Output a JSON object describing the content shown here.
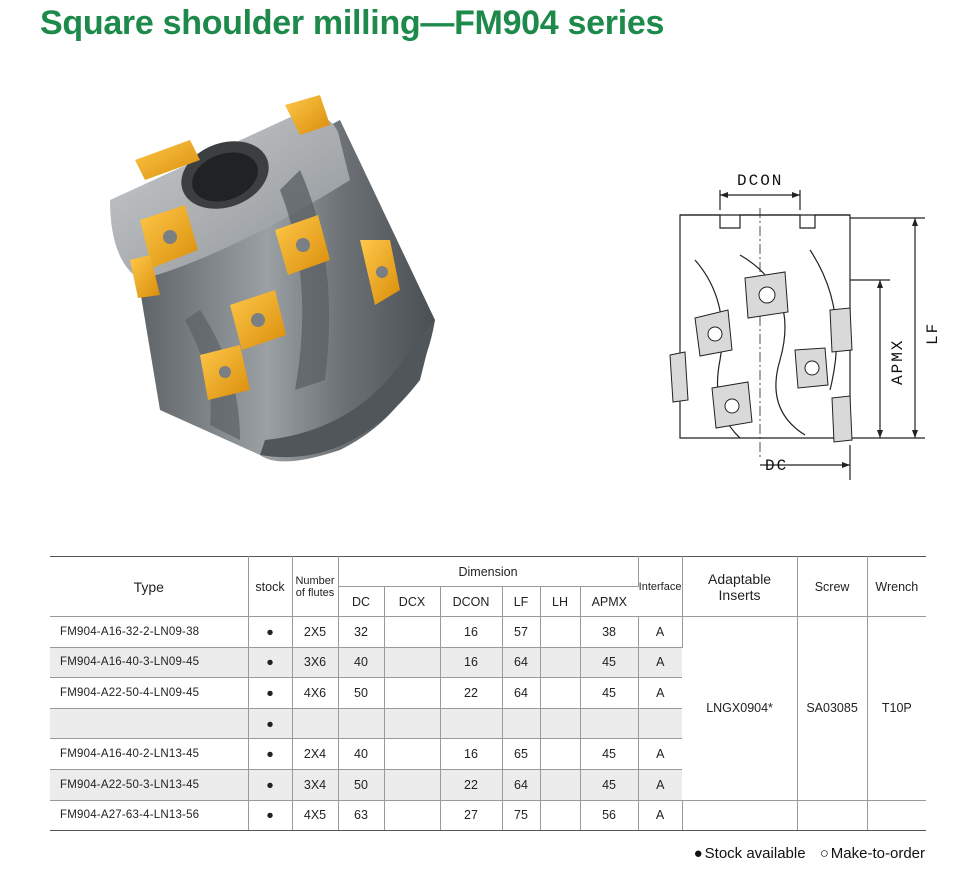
{
  "title": "Square shoulder milling—FM904 series",
  "drawing_labels": {
    "dcon": "DCON",
    "lf": "LF",
    "apmx": "APMX",
    "dc": "DC"
  },
  "table": {
    "headers": {
      "type": "Type",
      "stock": "stock",
      "flutes_line1": "Number",
      "flutes_line2": "of flutes",
      "dimension": "Dimension",
      "dc": "DC",
      "dcx": "DCX",
      "dcon": "DCON",
      "lf": "LF",
      "lh": "LH",
      "apmx": "APMX",
      "interface": "Interface",
      "inserts_line1": "Adaptable",
      "inserts_line2": "Inserts",
      "screw": "Screw",
      "wrench": "Wrench"
    },
    "rows": [
      {
        "type": "FM904-A16-32-2-LN09-38",
        "stock": "●",
        "flutes": "2X5",
        "dc": "32",
        "dcx": "",
        "dcon": "16",
        "lf": "57",
        "lh": "",
        "apmx": "38",
        "interface": "A"
      },
      {
        "type": "FM904-A16-40-3-LN09-45",
        "stock": "●",
        "flutes": "3X6",
        "dc": "40",
        "dcx": "",
        "dcon": "16",
        "lf": "64",
        "lh": "",
        "apmx": "45",
        "interface": "A"
      },
      {
        "type": "FM904-A22-50-4-LN09-45",
        "stock": "●",
        "flutes": "4X6",
        "dc": "50",
        "dcx": "",
        "dcon": "22",
        "lf": "64",
        "lh": "",
        "apmx": "45",
        "interface": "A"
      },
      {
        "type": "",
        "stock": "●",
        "flutes": "",
        "dc": "",
        "dcx": "",
        "dcon": "",
        "lf": "",
        "lh": "",
        "apmx": "",
        "interface": ""
      },
      {
        "type": "FM904-A16-40-2-LN13-45",
        "stock": "●",
        "flutes": "2X4",
        "dc": "40",
        "dcx": "",
        "dcon": "16",
        "lf": "65",
        "lh": "",
        "apmx": "45",
        "interface": "A"
      },
      {
        "type": "FM904-A22-50-3-LN13-45",
        "stock": "●",
        "flutes": "3X4",
        "dc": "50",
        "dcx": "",
        "dcon": "22",
        "lf": "64",
        "lh": "",
        "apmx": "45",
        "interface": "A"
      },
      {
        "type": "FM904-A27-63-4-LN13-56",
        "stock": "●",
        "flutes": "4X5",
        "dc": "63",
        "dcx": "",
        "dcon": "27",
        "lf": "75",
        "lh": "",
        "apmx": "56",
        "interface": "A"
      }
    ],
    "group": {
      "inserts": "LNGX0904*",
      "screw": "SA03085",
      "wrench": "T10P"
    }
  },
  "legend": {
    "stock_symbol": "●",
    "stock_label": "Stock available",
    "order_symbol": "○",
    "order_label": "Make-to-order"
  },
  "colors": {
    "title": "#1d8a4c",
    "insert": "#f2a81d",
    "body": "#7d8286",
    "row_shade": "#ececec"
  }
}
